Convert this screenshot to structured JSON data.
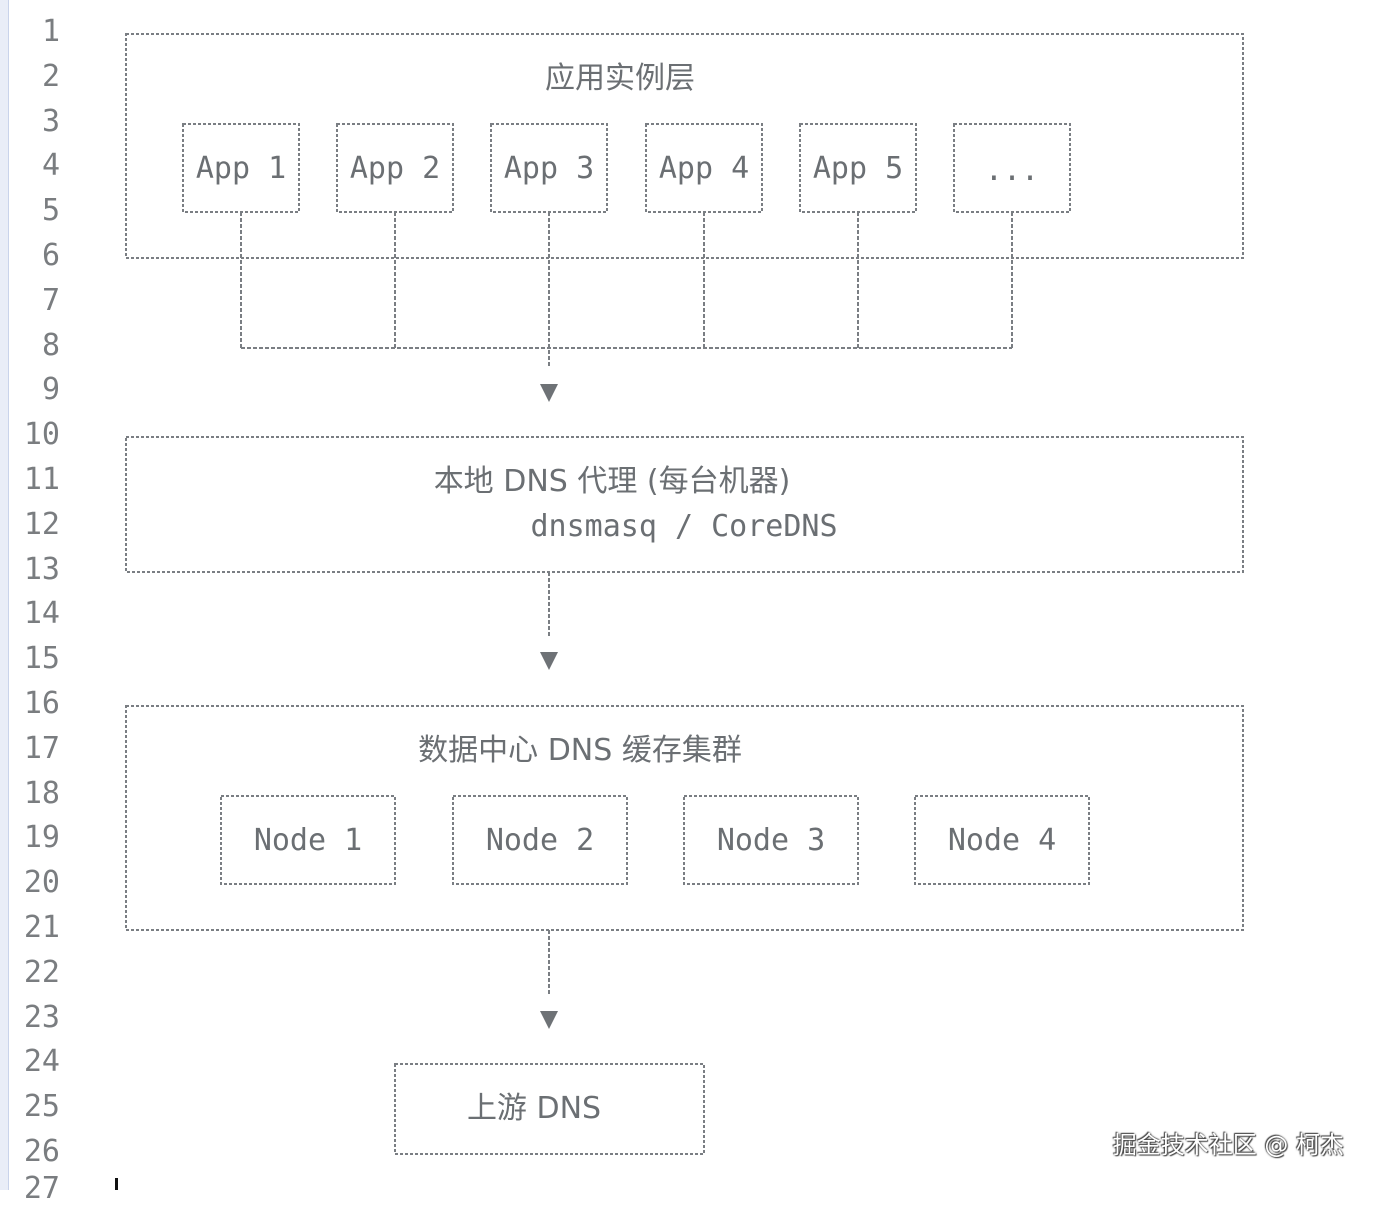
{
  "line_numbers": [
    "1",
    "2",
    "3",
    "4",
    "5",
    "6",
    "7",
    "8",
    "9",
    "10",
    "11",
    "12",
    "13",
    "14",
    "15",
    "16",
    "17",
    "18",
    "19",
    "20",
    "21",
    "22",
    "23",
    "24",
    "25",
    "26",
    "27"
  ],
  "app_layer": {
    "title": "应用实例层",
    "apps": [
      "App 1",
      "App 2",
      "App 3",
      "App 4",
      "App 5",
      "..."
    ]
  },
  "local_proxy": {
    "title": "本地 DNS 代理 (每台机器)",
    "subtitle": "dnsmasq / CoreDNS"
  },
  "dc_cluster": {
    "title": "数据中心 DNS 缓存集群",
    "nodes": [
      "Node 1",
      "Node 2",
      "Node 3",
      "Node 4"
    ]
  },
  "upstream": {
    "title": "上游 DNS"
  },
  "watermark": "掘金技术社区 @ 柯杰"
}
